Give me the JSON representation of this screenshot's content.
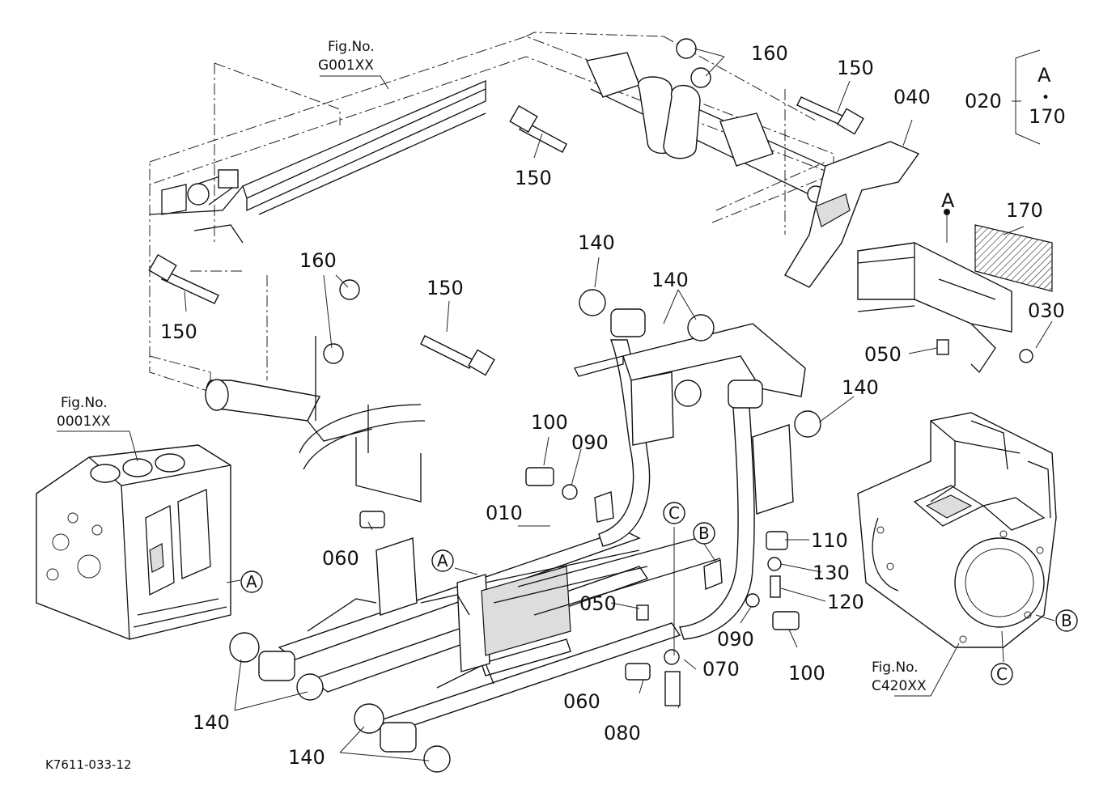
{
  "diagram_id": "K7611-033-12",
  "references": {
    "frame_ref_label": "Fig.No.",
    "frame_ref_id": "G001XX",
    "engine_ref_label": "Fig.No.",
    "engine_ref_id": "0001XX",
    "transmission_ref_label": "Fig.No.",
    "transmission_ref_id": "C420XX"
  },
  "inset": {
    "parent": "020",
    "line1": "A",
    "line2": "•",
    "line3": "170"
  },
  "callouts": {
    "c010": "010",
    "c030": "030",
    "c040": "040",
    "c050_top": "050",
    "c050_mid": "050",
    "c060_left": "060",
    "c060_bottom": "060",
    "c070": "070",
    "c080": "080",
    "c090_top": "090",
    "c090_bottom": "090",
    "c100_top": "100",
    "c100_bottom": "100",
    "c110": "110",
    "c120": "120",
    "c130": "130",
    "c140_top": "140",
    "c140_mid": "140",
    "c140_right": "140",
    "c140_lower_left": "140",
    "c140_bottom": "140",
    "c150_top_center": "150",
    "c150_top_right": "150",
    "c150_left": "150",
    "c150_center": "150",
    "c160_top": "160",
    "c160_left": "160",
    "c170": "170",
    "a_marker": "A"
  },
  "circle_markers": {
    "a_engine": "A",
    "a_frame": "A",
    "b_frame": "B",
    "b_trans": "B",
    "c_frame": "C",
    "c_trans": "C"
  }
}
